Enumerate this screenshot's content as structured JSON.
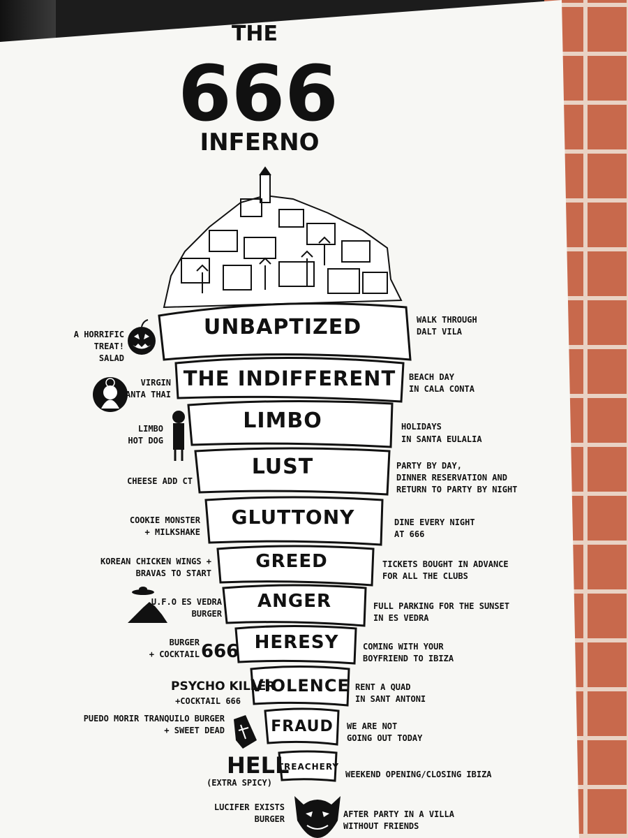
{
  "title": {
    "top": "THE",
    "number": "666",
    "bottom": "INFERNO"
  },
  "levels": [
    {
      "name": "UNBAPTIZED",
      "left": [
        "A HORRIFIC",
        "TREAT!",
        "SALAD"
      ],
      "right": [
        "WALK THROUGH",
        "DALT VILA"
      ]
    },
    {
      "name": "THE INDIFFERENT",
      "left": [
        "VIRGIN",
        "SANTA THAI"
      ],
      "right": [
        "BEACH DAY",
        "IN CALA CONTA"
      ]
    },
    {
      "name": "LIMBO",
      "left": [
        "LIMBO",
        "HOT DOG"
      ],
      "right": [
        "HOLIDAYS",
        "IN SANTA EULALIA"
      ]
    },
    {
      "name": "LUST",
      "left": [
        "CHEESE ADD CT"
      ],
      "right": [
        "PARTY BY DAY,",
        "DINNER RESERVATION AND",
        "RETURN TO PARTY BY NIGHT"
      ]
    },
    {
      "name": "GLUTTONY",
      "left": [
        "COOKIE MONSTER",
        "+ MILKSHAKE"
      ],
      "right": [
        "DINE EVERY NIGHT",
        "AT 666"
      ]
    },
    {
      "name": "GREED",
      "left": [
        "KOREAN CHICKEN WINGS +",
        "BRAVAS TO START"
      ],
      "right": [
        "TICKETS BOUGHT IN ADVANCE",
        "FOR ALL THE CLUBS"
      ]
    },
    {
      "name": "ANGER",
      "left": [
        "U.F.O ES VEDRA",
        "BURGER"
      ],
      "right": [
        "FULL PARKING FOR THE SUNSET",
        "IN ES VEDRA"
      ]
    },
    {
      "name": "HERESY",
      "left": [
        "BURGER",
        "+ COCKTAIL"
      ],
      "left_big": "666",
      "right": [
        "COMING WITH YOUR",
        "BOYFRIEND TO IBIZA"
      ]
    },
    {
      "name": "VIOLENCE",
      "left": [
        "+COCKTAIL 666"
      ],
      "left_logo": "PSYCHO KILLER",
      "right": [
        "RENT A QUAD",
        "IN SANT ANTONI"
      ]
    },
    {
      "name": "FRAUD",
      "left": [
        "PUEDO MORIR TRANQUILO BURGER",
        "+ SWEET DEAD"
      ],
      "right": [
        "WE ARE NOT",
        "GOING OUT TODAY"
      ]
    },
    {
      "name": "TREACHERY",
      "left": [
        "(EXTRA SPICY)"
      ],
      "left_big": "HELL",
      "right": [
        "WEEKEND OPENING/CLOSING IBIZA"
      ]
    }
  ],
  "bottom": {
    "left": [
      "LUCIFER EXISTS",
      "BURGER"
    ],
    "right": [
      "AFTER PARTY IN A VILLA",
      "WITHOUT FRIENDS"
    ]
  },
  "colors": {
    "ink": "#111111",
    "paper": "#f7f7f4",
    "brick": "#c8694c",
    "mortar": "#e9d2c4"
  },
  "icons": [
    "jack-o-lantern-icon",
    "virgin-mary-icon",
    "limbo-child-icon",
    "ufo-icon",
    "es-vedra-rock-icon",
    "coffin-icon",
    "devil-face-icon"
  ]
}
